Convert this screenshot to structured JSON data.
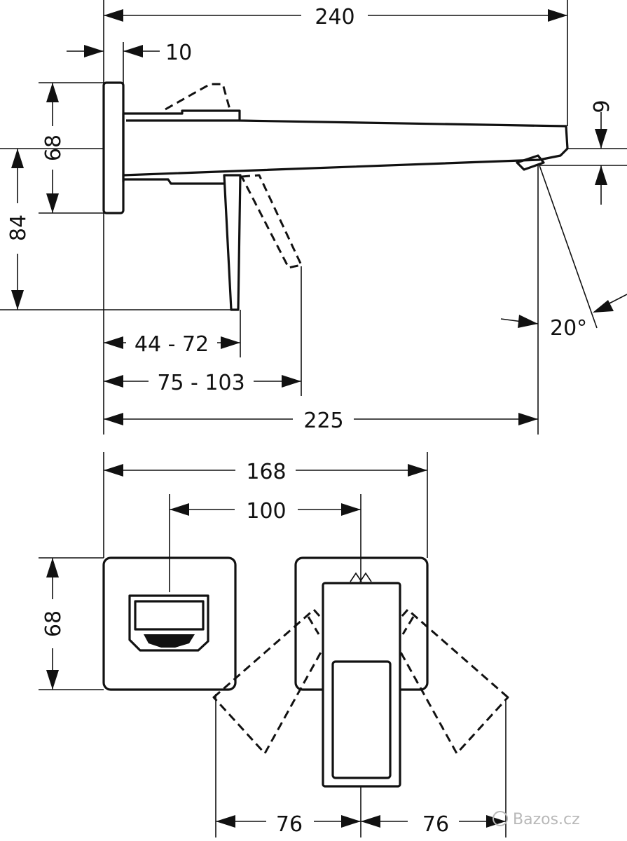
{
  "drawing": {
    "side_view": {
      "dim_total_length": "240",
      "dim_plate_thickness": "10",
      "dim_plate_height": "68",
      "dim_lever_drop": "84",
      "dim_spout_offset": "9",
      "dim_lever_pos_min": "44 - 72",
      "dim_lever_pos_max": "75 - 103",
      "dim_projection": "225",
      "dim_angle": "20°"
    },
    "front_view": {
      "dim_overall_width": "168",
      "dim_center_distance": "100",
      "dim_plate_height": "68",
      "dim_swing_left": "76",
      "dim_swing_right": "76"
    }
  },
  "watermark": {
    "text": "Bazos.cz"
  },
  "colors": {
    "ink": "#111111",
    "background": "#ffffff",
    "watermark": "#b8b8b8"
  }
}
